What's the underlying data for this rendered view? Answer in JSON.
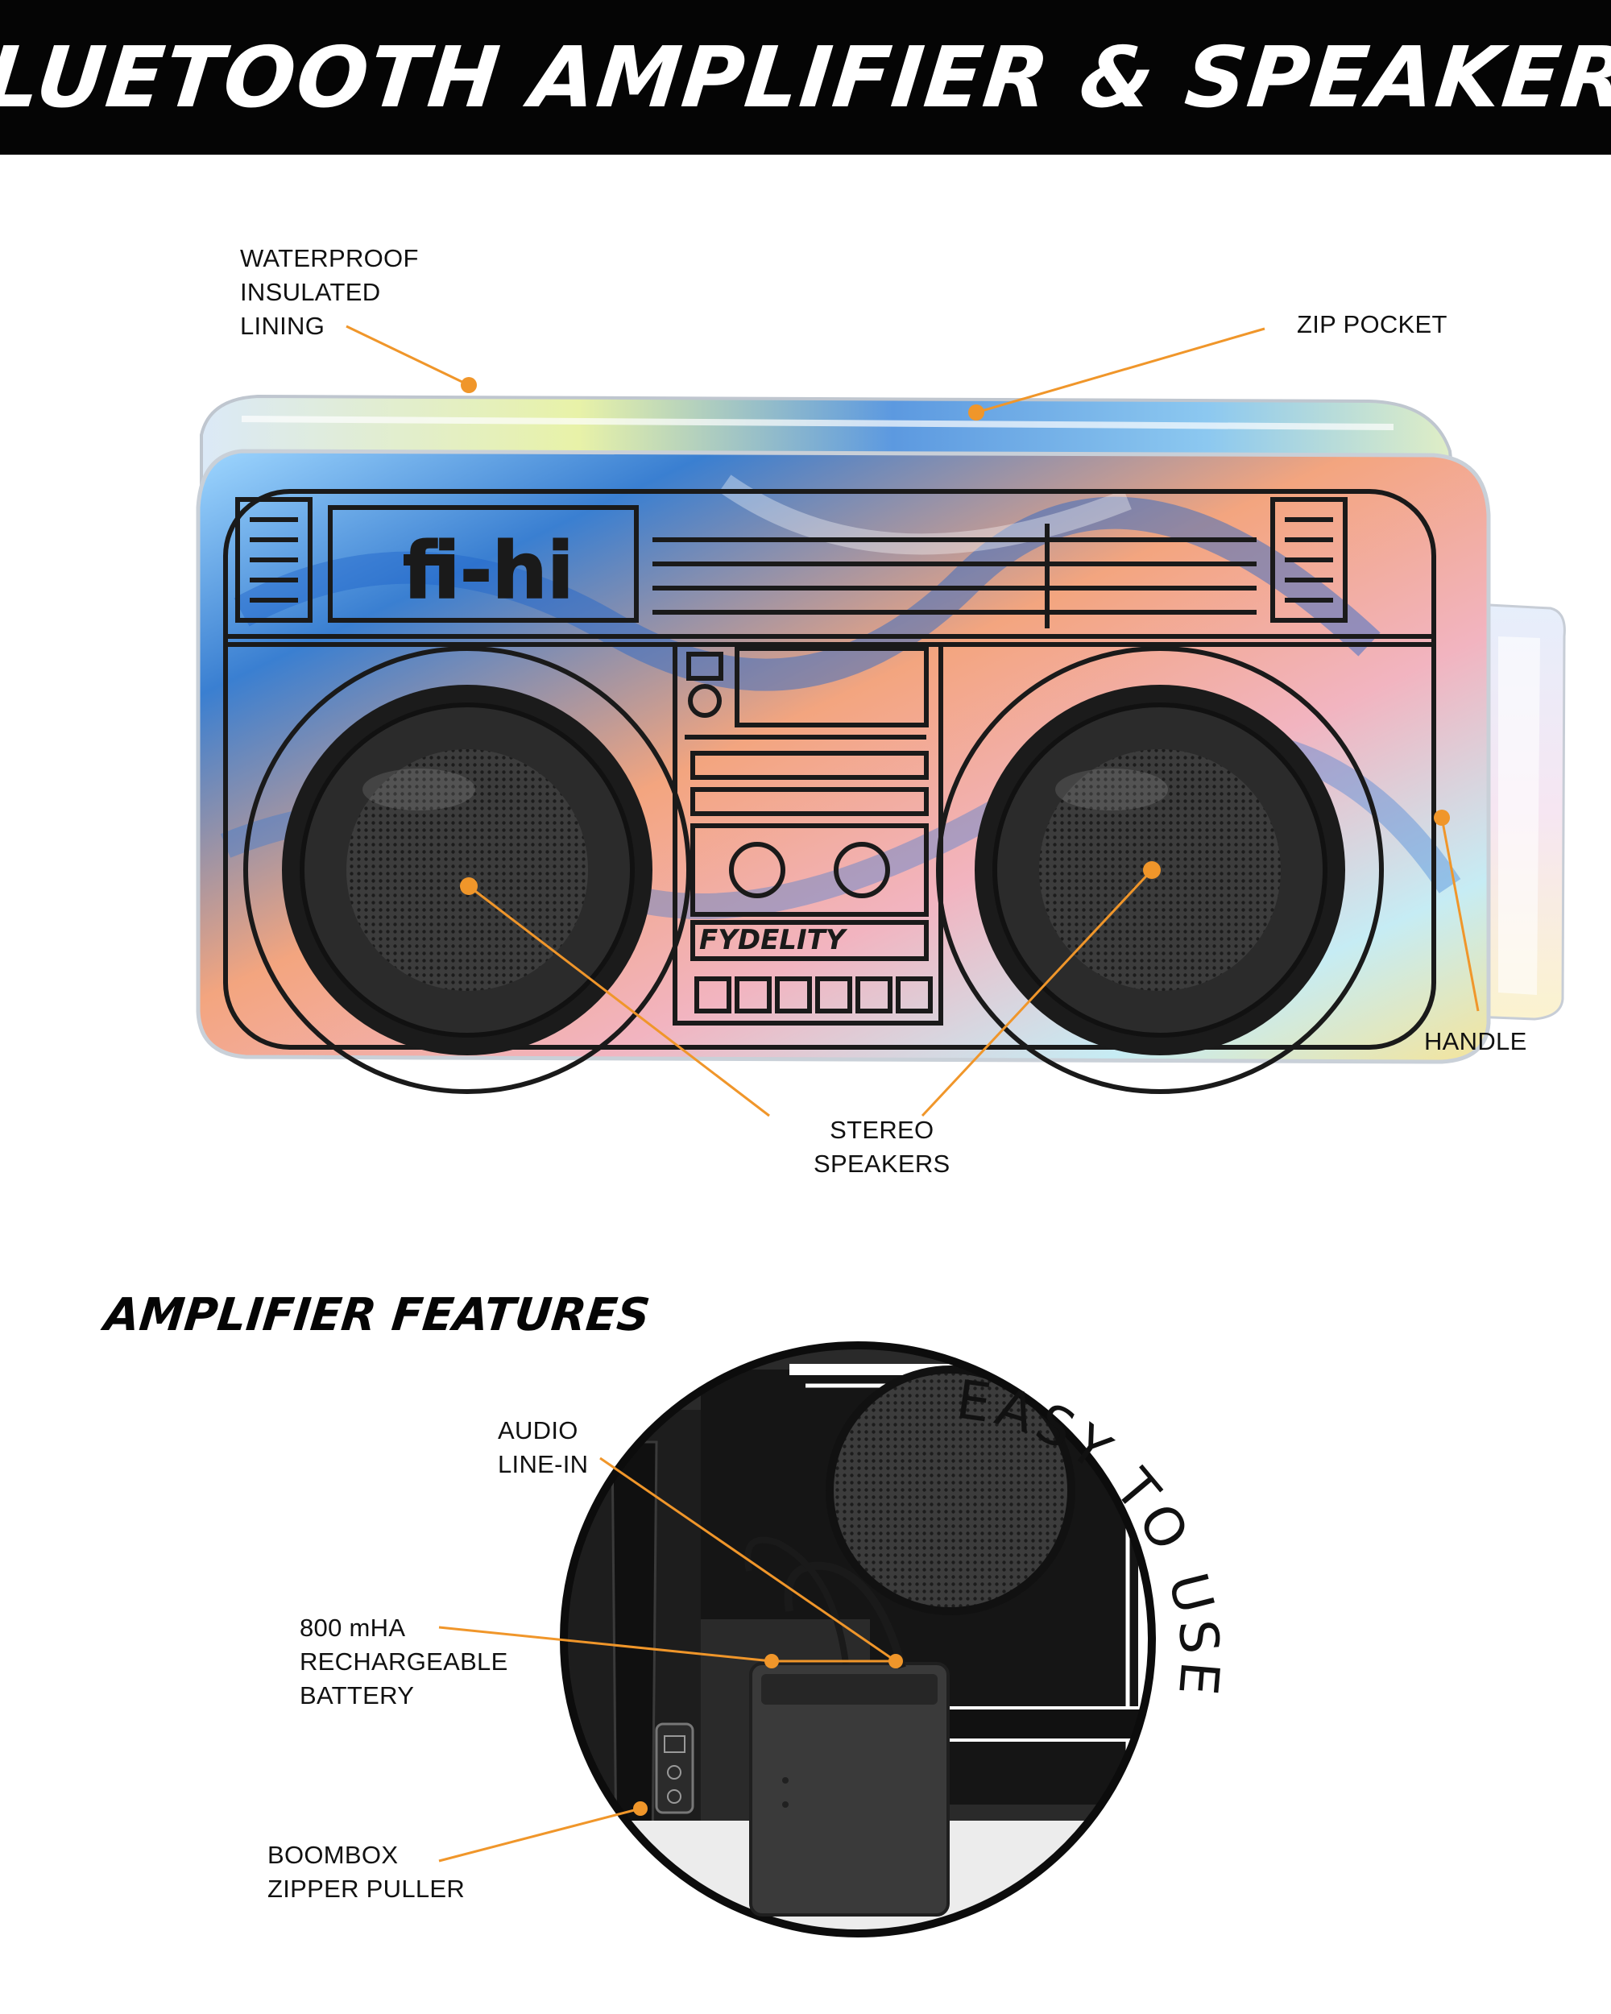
{
  "banner": {
    "title": "BLUETOOTH  AMPLIFIER & SPEAKERS"
  },
  "product_image": {
    "front_brand": "fi-hi",
    "cassette_brand": "FYDELITY"
  },
  "callouts_top": {
    "lining": [
      "WATERPROOF",
      "INSULATED",
      "LINING"
    ],
    "zip_pocket": [
      "ZIP POCKET"
    ],
    "handle": [
      "HANDLE"
    ],
    "speakers": [
      "STEREO",
      "SPEAKERS"
    ]
  },
  "section": {
    "title": "AMPLIFIER FEATURES"
  },
  "callouts_bottom": {
    "audio": [
      "AUDIO",
      "LINE-IN"
    ],
    "battery": [
      "800 mHA",
      "RECHARGEABLE",
      "BATTERY"
    ],
    "puller": [
      "BOOMBOX",
      "ZIPPER PULLER"
    ]
  },
  "badge": {
    "text": "EASY TO USE"
  },
  "colors": {
    "accent": "#f0962a",
    "banner": "#050505"
  }
}
